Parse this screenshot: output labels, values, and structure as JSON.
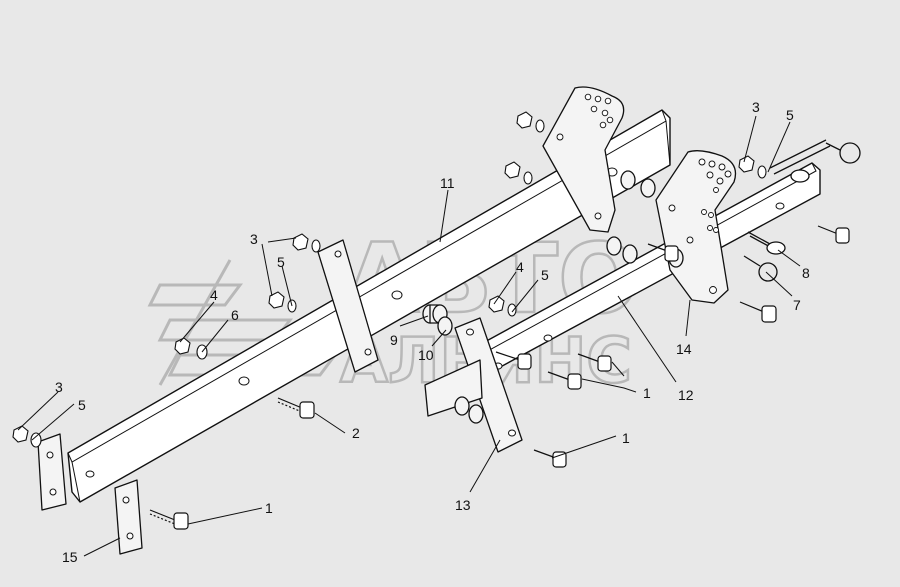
{
  "watermark": {
    "line1": "АВТО",
    "line2": "АЛЬЯНС"
  },
  "labels": [
    {
      "id": "l1a",
      "text": "1"
    },
    {
      "id": "l1b",
      "text": "1"
    },
    {
      "id": "l1c",
      "text": "1"
    },
    {
      "id": "l2",
      "text": "2"
    },
    {
      "id": "l3a",
      "text": "3"
    },
    {
      "id": "l3b",
      "text": "3"
    },
    {
      "id": "l3c",
      "text": "3"
    },
    {
      "id": "l4a",
      "text": "4"
    },
    {
      "id": "l4b",
      "text": "4"
    },
    {
      "id": "l5a",
      "text": "5"
    },
    {
      "id": "l5b",
      "text": "5"
    },
    {
      "id": "l5c",
      "text": "5"
    },
    {
      "id": "l5d",
      "text": "5"
    },
    {
      "id": "l6",
      "text": "6"
    },
    {
      "id": "l7",
      "text": "7"
    },
    {
      "id": "l8",
      "text": "8"
    },
    {
      "id": "l9",
      "text": "9"
    },
    {
      "id": "l10",
      "text": "10"
    },
    {
      "id": "l11",
      "text": "11"
    },
    {
      "id": "l12",
      "text": "12"
    },
    {
      "id": "l13",
      "text": "13"
    },
    {
      "id": "l14",
      "text": "14"
    },
    {
      "id": "l15",
      "text": "15"
    }
  ]
}
